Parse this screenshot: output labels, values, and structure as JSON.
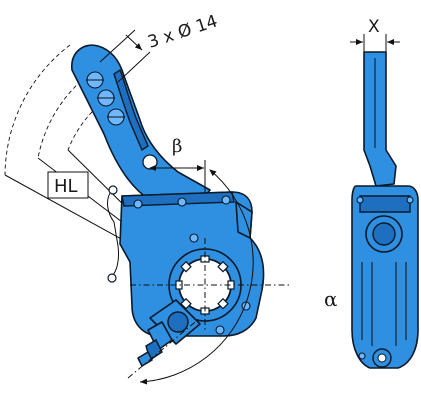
{
  "labels": {
    "holes": "3 x Ø 14",
    "beta": "β",
    "alpha": "α",
    "hl": "HL",
    "x": "X"
  },
  "colors": {
    "part_blue": "#2f8fe0",
    "part_dark": "#1f6fc0",
    "outline": "#0a1a2a",
    "background": "#ffffff"
  }
}
